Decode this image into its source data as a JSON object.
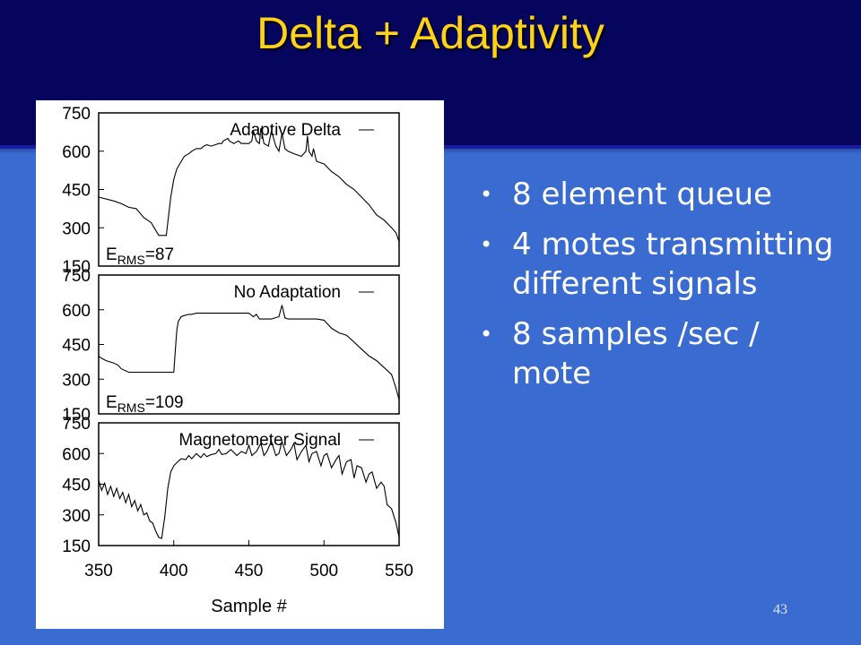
{
  "slide": {
    "title": "Delta + Adaptivity",
    "page_number": "43",
    "bullets": [
      {
        "text": "8 element queue"
      },
      {
        "text": "4 motes transmitting different signals"
      },
      {
        "text": "8 samples /sec / mote"
      }
    ],
    "colors": {
      "header": "#05055e",
      "background": "#3a6bd0",
      "title": "#ffd21a"
    }
  },
  "chart_data": [
    {
      "type": "line",
      "legend": "Adaptive Delta",
      "annotation": {
        "base": "E",
        "sub": "RMS",
        "value": "=87"
      },
      "xlim": [
        350,
        550
      ],
      "ylim": [
        150,
        750
      ],
      "y_ticks": [
        "750",
        "600",
        "450",
        "300",
        "150"
      ],
      "x": [
        350,
        360,
        365,
        370,
        375,
        380,
        385,
        390,
        391,
        392,
        394,
        395,
        398,
        400,
        402,
        405,
        407,
        410,
        412,
        415,
        418,
        420,
        422,
        425,
        430,
        432,
        433,
        436,
        437,
        440,
        443,
        445,
        450,
        452,
        453,
        455,
        457,
        458,
        460,
        463,
        465,
        468,
        470,
        472,
        474,
        476,
        480,
        485,
        488,
        489,
        490,
        492,
        493,
        495,
        500,
        505,
        510,
        515,
        520,
        525,
        530,
        535,
        540,
        545,
        548,
        550
      ],
      "y": [
        420,
        405,
        395,
        380,
        375,
        340,
        320,
        270,
        270,
        270,
        270,
        270,
        420,
        490,
        530,
        560,
        580,
        590,
        600,
        610,
        610,
        620,
        625,
        620,
        630,
        630,
        640,
        650,
        640,
        630,
        640,
        630,
        630,
        640,
        680,
        640,
        630,
        690,
        630,
        620,
        680,
        620,
        600,
        670,
        610,
        600,
        590,
        580,
        600,
        660,
        600,
        580,
        610,
        560,
        550,
        520,
        500,
        470,
        450,
        420,
        390,
        350,
        330,
        300,
        280,
        245
      ]
    },
    {
      "type": "line",
      "legend": "No Adaptation",
      "annotation": {
        "base": "E",
        "sub": "RMS",
        "value": "=109"
      },
      "xlim": [
        350,
        550
      ],
      "ylim": [
        150,
        750
      ],
      "y_ticks": [
        "750",
        "600",
        "450",
        "300",
        "150"
      ],
      "x": [
        350,
        352,
        355,
        360,
        363,
        365,
        370,
        375,
        380,
        385,
        390,
        395,
        400,
        401,
        402,
        403,
        405,
        407,
        410,
        412,
        415,
        420,
        425,
        430,
        435,
        440,
        445,
        450,
        453,
        455,
        457,
        460,
        465,
        470,
        472,
        474,
        476,
        480,
        485,
        490,
        495,
        500,
        505,
        510,
        515,
        520,
        525,
        530,
        535,
        540,
        545,
        548,
        550
      ],
      "y": [
        400,
        390,
        380,
        370,
        360,
        345,
        330,
        330,
        330,
        330,
        330,
        330,
        330,
        420,
        510,
        550,
        570,
        575,
        580,
        580,
        585,
        585,
        585,
        585,
        585,
        585,
        585,
        585,
        570,
        580,
        560,
        560,
        560,
        570,
        620,
        565,
        560,
        560,
        560,
        560,
        560,
        555,
        520,
        500,
        490,
        460,
        430,
        400,
        380,
        350,
        320,
        260,
        210
      ]
    },
    {
      "type": "line",
      "legend": "Magnetometer Signal",
      "xlim": [
        350,
        550
      ],
      "ylim": [
        150,
        750
      ],
      "x_ticks": [
        "350",
        "400",
        "450",
        "500",
        "550"
      ],
      "y_ticks": [
        "750",
        "600",
        "450",
        "300",
        "150"
      ],
      "xlabel": "Sample #",
      "x": [
        350,
        352,
        354,
        356,
        358,
        360,
        362,
        364,
        366,
        368,
        370,
        372,
        374,
        376,
        378,
        380,
        382,
        384,
        386,
        388,
        390,
        392,
        394,
        396,
        398,
        400,
        402,
        405,
        408,
        410,
        412,
        415,
        418,
        420,
        422,
        425,
        428,
        430,
        432,
        435,
        438,
        440,
        442,
        445,
        448,
        450,
        452,
        455,
        458,
        460,
        462,
        465,
        468,
        470,
        472,
        475,
        478,
        480,
        482,
        485,
        488,
        490,
        492,
        495,
        498,
        500,
        502,
        505,
        508,
        510,
        512,
        515,
        518,
        520,
        522,
        525,
        528,
        530,
        532,
        535,
        538,
        540,
        542,
        545,
        548,
        550
      ],
      "y": [
        470,
        420,
        455,
        400,
        440,
        390,
        430,
        380,
        410,
        360,
        400,
        340,
        370,
        320,
        350,
        300,
        310,
        270,
        260,
        220,
        190,
        185,
        290,
        430,
        510,
        540,
        555,
        575,
        570,
        590,
        575,
        600,
        580,
        600,
        585,
        595,
        600,
        620,
        595,
        600,
        620,
        605,
        590,
        610,
        600,
        640,
        590,
        610,
        650,
        590,
        610,
        660,
        590,
        600,
        660,
        590,
        620,
        650,
        570,
        610,
        640,
        560,
        600,
        610,
        540,
        590,
        600,
        530,
        570,
        590,
        500,
        560,
        570,
        480,
        540,
        530,
        460,
        500,
        510,
        430,
        460,
        440,
        350,
        330,
        260,
        190
      ]
    }
  ]
}
